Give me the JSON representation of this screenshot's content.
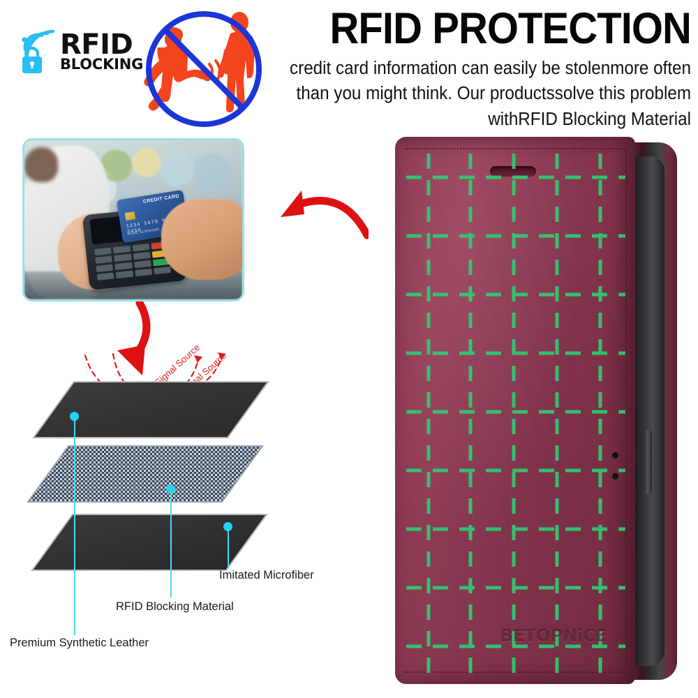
{
  "badge": {
    "icon": "rfid-lock-icon",
    "line1": "RFID",
    "line2": "BLOCKING"
  },
  "no_skim_symbol": {
    "icon": "no-rfid-skimming-icon",
    "circle_color": "#1a35d8",
    "figure_color": "#f4441e"
  },
  "headline": {
    "title": "RFID PROTECTION",
    "subtitle": "credit card information can easily be stolenmore often than you might think. Our productssolve this problem withRFID Blocking Material"
  },
  "payment_photo": {
    "name": "contactless-payment-photo",
    "card_label": "CREDIT CARD",
    "card_number": "1234 5678 9012 3456",
    "card_name": "NAME SURNAME",
    "border_color": "#9de0e8"
  },
  "arrows": {
    "to_photo": "curved-arrow-left",
    "to_layers": "curved-arrow-down",
    "color": "#dd1111"
  },
  "layer_stack": {
    "signal_labels": [
      "Signal Source",
      "Signal Source"
    ],
    "signal_color": "#e01b1b",
    "callout_color": "#22d3ee",
    "layers": [
      {
        "id": "top",
        "label": "Premium Synthetic Leather",
        "material": "synthetic-leather"
      },
      {
        "id": "middle",
        "label": "RFID Blocking Material",
        "material": "rfid-mesh"
      },
      {
        "id": "bottom",
        "label": "Imitated Microfiber",
        "material": "microfiber"
      }
    ]
  },
  "phone_case": {
    "name": "rfid-wallet-phone-case",
    "color_name": "burgundy",
    "leather_color": "#8d3850",
    "grid_color": "#2ecc71",
    "brand": "BETOPNiCE",
    "grid_columns": 5,
    "grid_rows": 9
  }
}
